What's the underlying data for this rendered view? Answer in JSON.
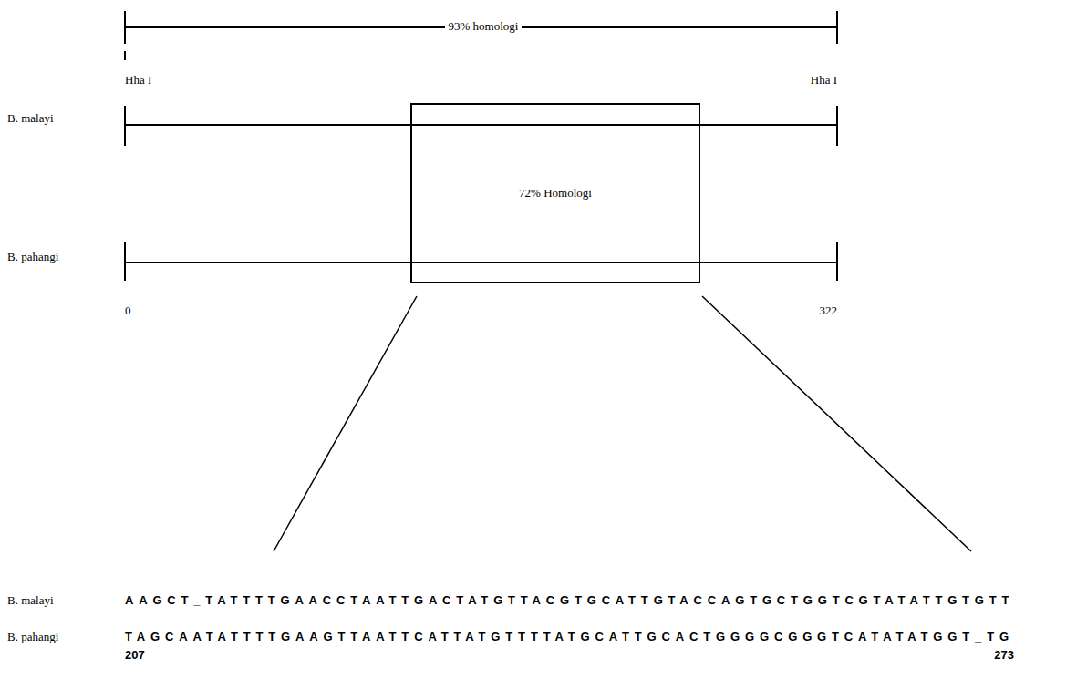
{
  "diagram": {
    "nodes": [
      {
        "text": [
          "72% Homologi"
        ]
      }
    ],
    "labels": [
      "93% homologi",
      "Hha I",
      "Hha I",
      "B. malayi",
      "B. pahangi",
      "0",
      "322",
      "B. malayi",
      "AAGCT_TATTTTGAACCTAATTGACTATGTTACGTGCATTGTACCAGTGCTGGTCGTATATTGTGTT",
      "B. pahangi",
      "TAGCAATATTTTGAAGTTAATTCATTATGTTTTATGCATTGCACTGGGGCGGGTCATATATGGT_TG",
      "207",
      "273"
    ]
  }
}
